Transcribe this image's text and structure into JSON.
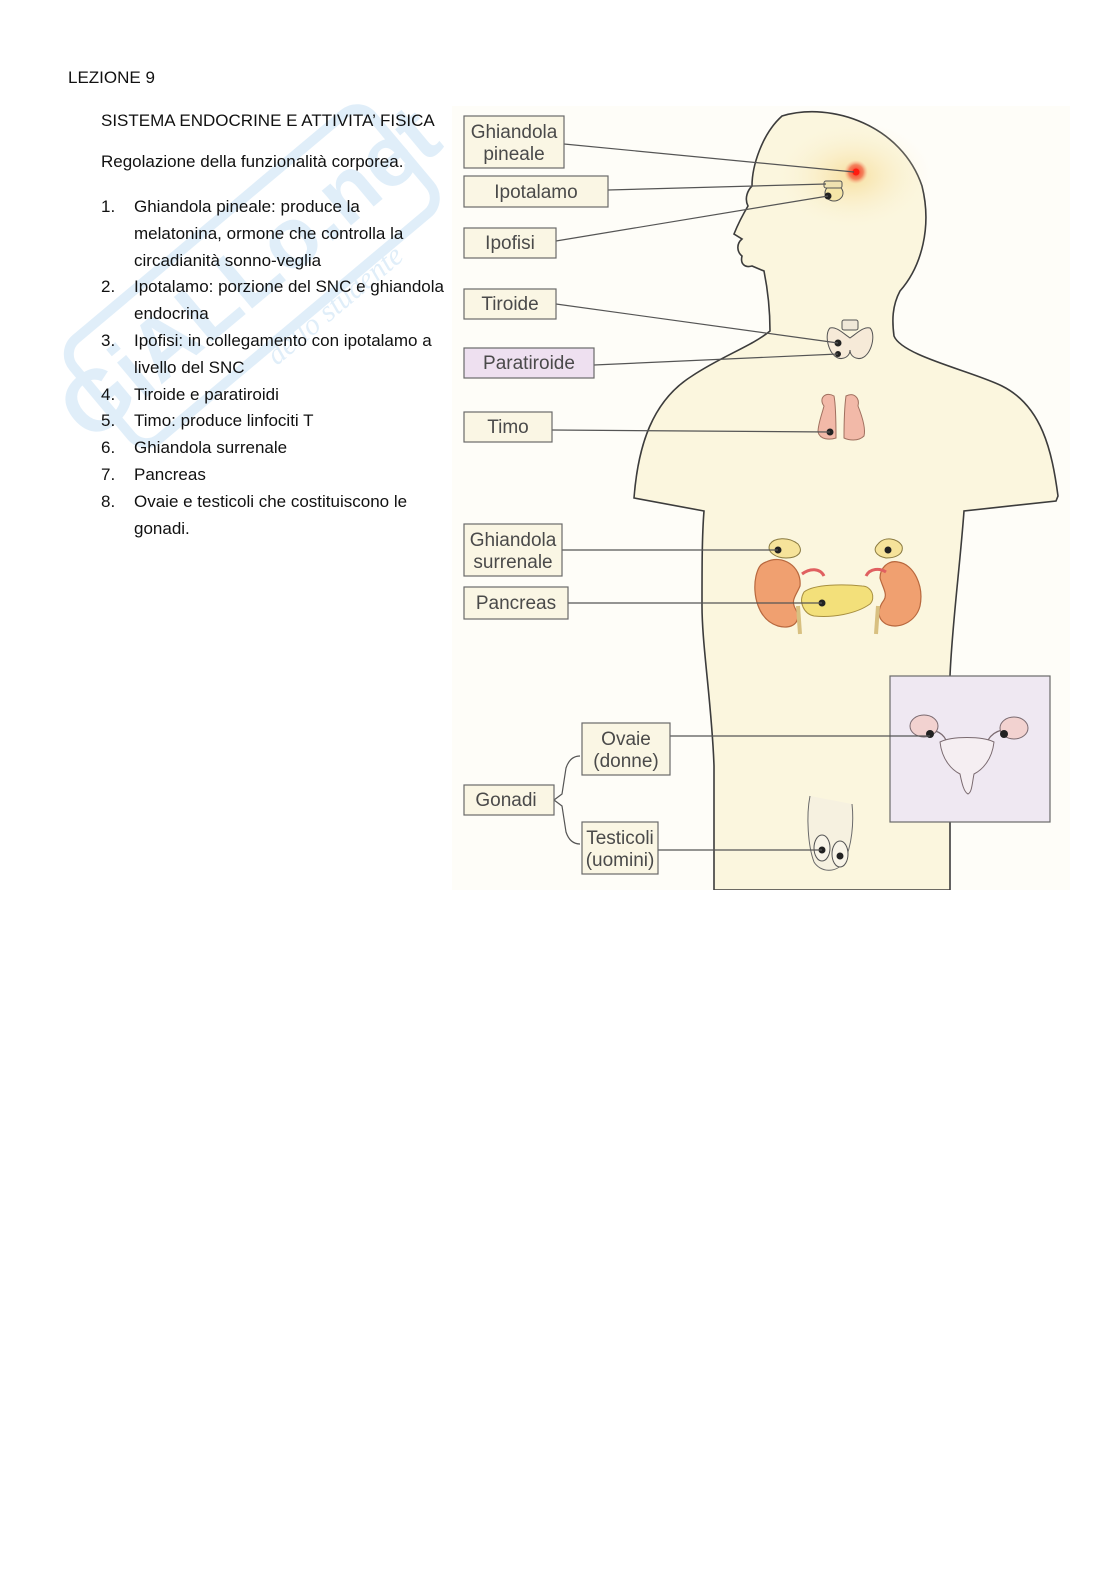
{
  "document": {
    "lesson": "LEZIONE 9",
    "section_title": "SISTEMA ENDOCRINE E ATTIVITA’ FISICA",
    "intro": "Regolazione della funzionalità corporea.",
    "items": [
      {
        "num": "1.",
        "text": "Ghiandola pineale: produce la melatonina, ormone che controlla la circadianità sonno-veglia"
      },
      {
        "num": "2.",
        "text": "Ipotalamo: porzione del SNC e ghiandola endocrina"
      },
      {
        "num": "3.",
        "text": "Ipofisi: in collegamento con ipotalamo a livello del SNC"
      },
      {
        "num": "4.",
        "text": "Tiroide e paratiroidi"
      },
      {
        "num": "5.",
        "text": "Timo: produce linfociti T"
      },
      {
        "num": "6.",
        "text": "Ghiandola surrenale"
      },
      {
        "num": "7.",
        "text": "Pancreas"
      },
      {
        "num": "8.",
        "text": "Ovaie e testicoli che costituiscono le gonadi."
      }
    ]
  },
  "diagram": {
    "labels": {
      "pineal_1": "Ghiandola",
      "pineal_2": "pineale",
      "hypothalamus": "Ipotalamo",
      "pituitary": "Ipofisi",
      "thyroid": "Tiroide",
      "parathyroid": "Paratiroide",
      "thymus": "Timo",
      "adrenal_1": "Ghiandola",
      "adrenal_2": "surrenale",
      "pancreas": "Pancreas",
      "gonads": "Gonadi",
      "ovaries_1": "Ovaie",
      "ovaries_2": "(donne)",
      "testes_1": "Testicoli",
      "testes_2": "(uomini)"
    },
    "colors": {
      "body_fill": "#fbf6de",
      "label_box": "#faf6e4",
      "parathyroid_box": "#eee0f0",
      "kidney": "#f0a070",
      "pancreas": "#f3e07a",
      "pineal_glow": "#e53b2e",
      "inset_bg": "#efe8f2"
    }
  },
  "watermark": {
    "line1": "GiALLo.net",
    "line2": "dello studente"
  }
}
